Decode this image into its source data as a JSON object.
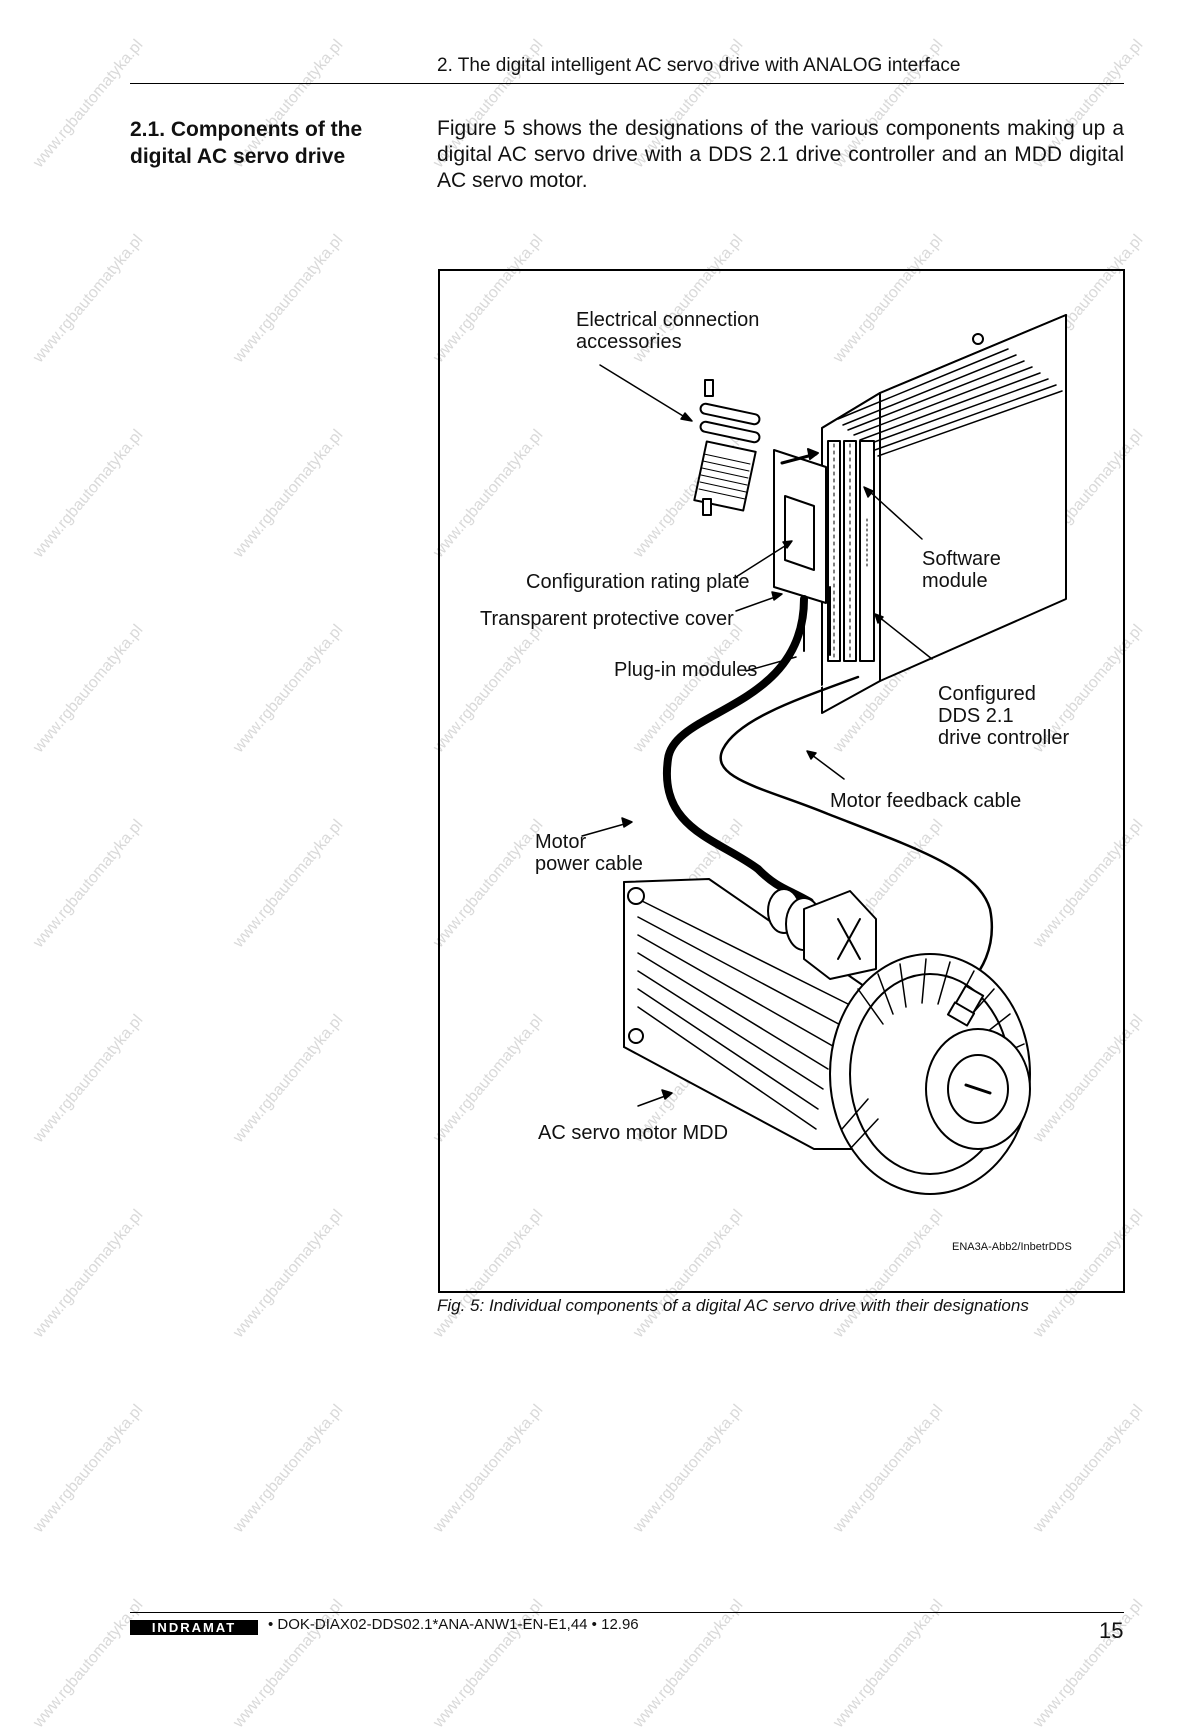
{
  "header": {
    "title": "2. The digital intelligent AC servo drive with ANALOG interface"
  },
  "section": {
    "title": "2.1. Components of the digital AC servo drive",
    "intro": "Figure 5 shows the designations of the various components making up a digital AC servo drive with a DDS 2.1 drive controller and an MDD digital AC servo motor."
  },
  "figure": {
    "labels": {
      "electrical_connection": [
        "Electrical connection",
        "accessories"
      ],
      "software_module": [
        "Software",
        "module"
      ],
      "configuration_rating_plate": "Configuration rating plate",
      "transparent_cover": "Transparent protective cover",
      "plug_in_modules": "Plug-in modules",
      "configured_controller": [
        "Configured",
        "DDS 2.1",
        "drive controller"
      ],
      "motor_feedback_cable": "Motor feedback cable",
      "motor_power_cable": [
        "Motor",
        "power cable"
      ],
      "ac_servo_motor": "AC servo motor MDD"
    },
    "id": "ENA3A-Abb2/InbetrDDS",
    "caption": "Fig. 5: Individual components of a digital AC servo drive with their designations"
  },
  "footer": {
    "logo_text": "INDRAMAT",
    "doc": "• DOK-DIAX02-DDS02.1*ANA-ANW1-EN-E1,44 • 12.96",
    "page_number": "15"
  },
  "watermark": "www.rgbautomatyka.pl"
}
